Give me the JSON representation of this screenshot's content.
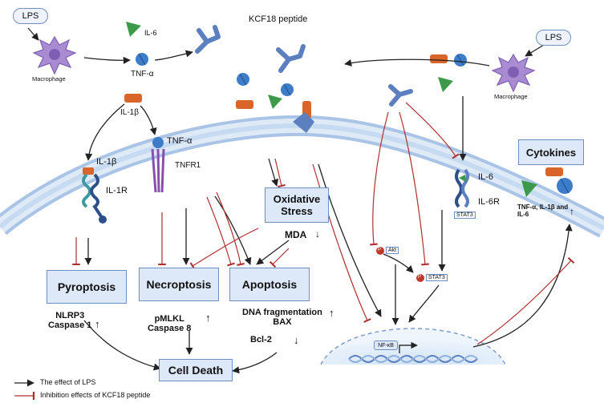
{
  "stimuli": {
    "lps_left": "LPS",
    "lps_right": "LPS"
  },
  "cells": {
    "macrophage_left": "Macrophage",
    "macrophage_right": "Macrophage"
  },
  "ligands": {
    "il6": "IL-6",
    "tnf_alpha": "TNF-α",
    "il1b": "IL-1β",
    "peptide": "KCF18 peptide"
  },
  "receptors": {
    "il1b": "IL-1β",
    "il1r": "IL-1R",
    "tnf_alpha": "TNF-α",
    "tnfr1": "TNFR1",
    "il6": "IL-6",
    "il6r": "IL-6R"
  },
  "oxidative": {
    "title": "Oxidative Stress",
    "marker": "MDA",
    "arrow": "↓"
  },
  "pathways": {
    "pyroptosis": {
      "title": "Pyroptosis",
      "markers": "NLRP3\nCaspase 1",
      "arrow": "↑"
    },
    "necroptosis": {
      "title": "Necroptosis",
      "markers": "pMLKL\nCaspase 8",
      "arrow": "↑"
    },
    "apoptosis": {
      "title": "Apoptosis",
      "markers": "DNA fragmentation\nBAX",
      "arrow_up": "↑",
      "marker2": "Bcl-2",
      "arrow_down": "↓"
    }
  },
  "cytokines": {
    "title": "Cytokines",
    "caption": "TNF-α, IL-1β and\nIL-6",
    "arrow": "↑"
  },
  "signaling": {
    "p": "P",
    "akt": "Akt",
    "stat3": "STAT3",
    "stat3_receptor": "STAT3",
    "nfkb": "NF-κB"
  },
  "outcome": {
    "cell_death": "Cell Death"
  },
  "legend": {
    "lps_effect": "The effect of LPS",
    "kcf18_inhibition": "Inhibition effects of KCF18 peptide"
  },
  "colors": {
    "activation_arrow": "#222222",
    "inhibition_arrow": "#b03030",
    "membrane": "#c7daf1",
    "box_fill": "#dde8f8",
    "tnf_alpha": "#3d7cc9",
    "il1b": "#d9652b",
    "il6": "#3c9a4a",
    "receptor": "#5b7fbf",
    "macrophage": "#a98bd1"
  },
  "icons": [
    "macrophage-icon",
    "tnf-alpha-icon",
    "il1b-icon",
    "il6-icon",
    "kcf18-peptide-icon",
    "receptor-icon",
    "dna-icon"
  ]
}
